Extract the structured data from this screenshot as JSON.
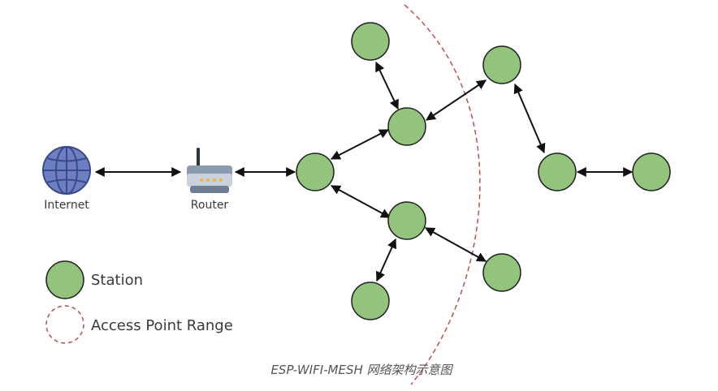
{
  "labels": {
    "internet": "Internet",
    "router": "Router"
  },
  "legend": {
    "station": "Station",
    "range": "Access Point Range"
  },
  "caption": "ESP-WIFI-MESH 网络架构示意图",
  "colors": {
    "station_fill": "#93c47d",
    "range_stroke": "#c0504d",
    "globe_fill": "#6b7fc2",
    "router_body": "#8a9bb0"
  },
  "icons": {
    "internet": "globe-icon",
    "router": "router-icon"
  }
}
